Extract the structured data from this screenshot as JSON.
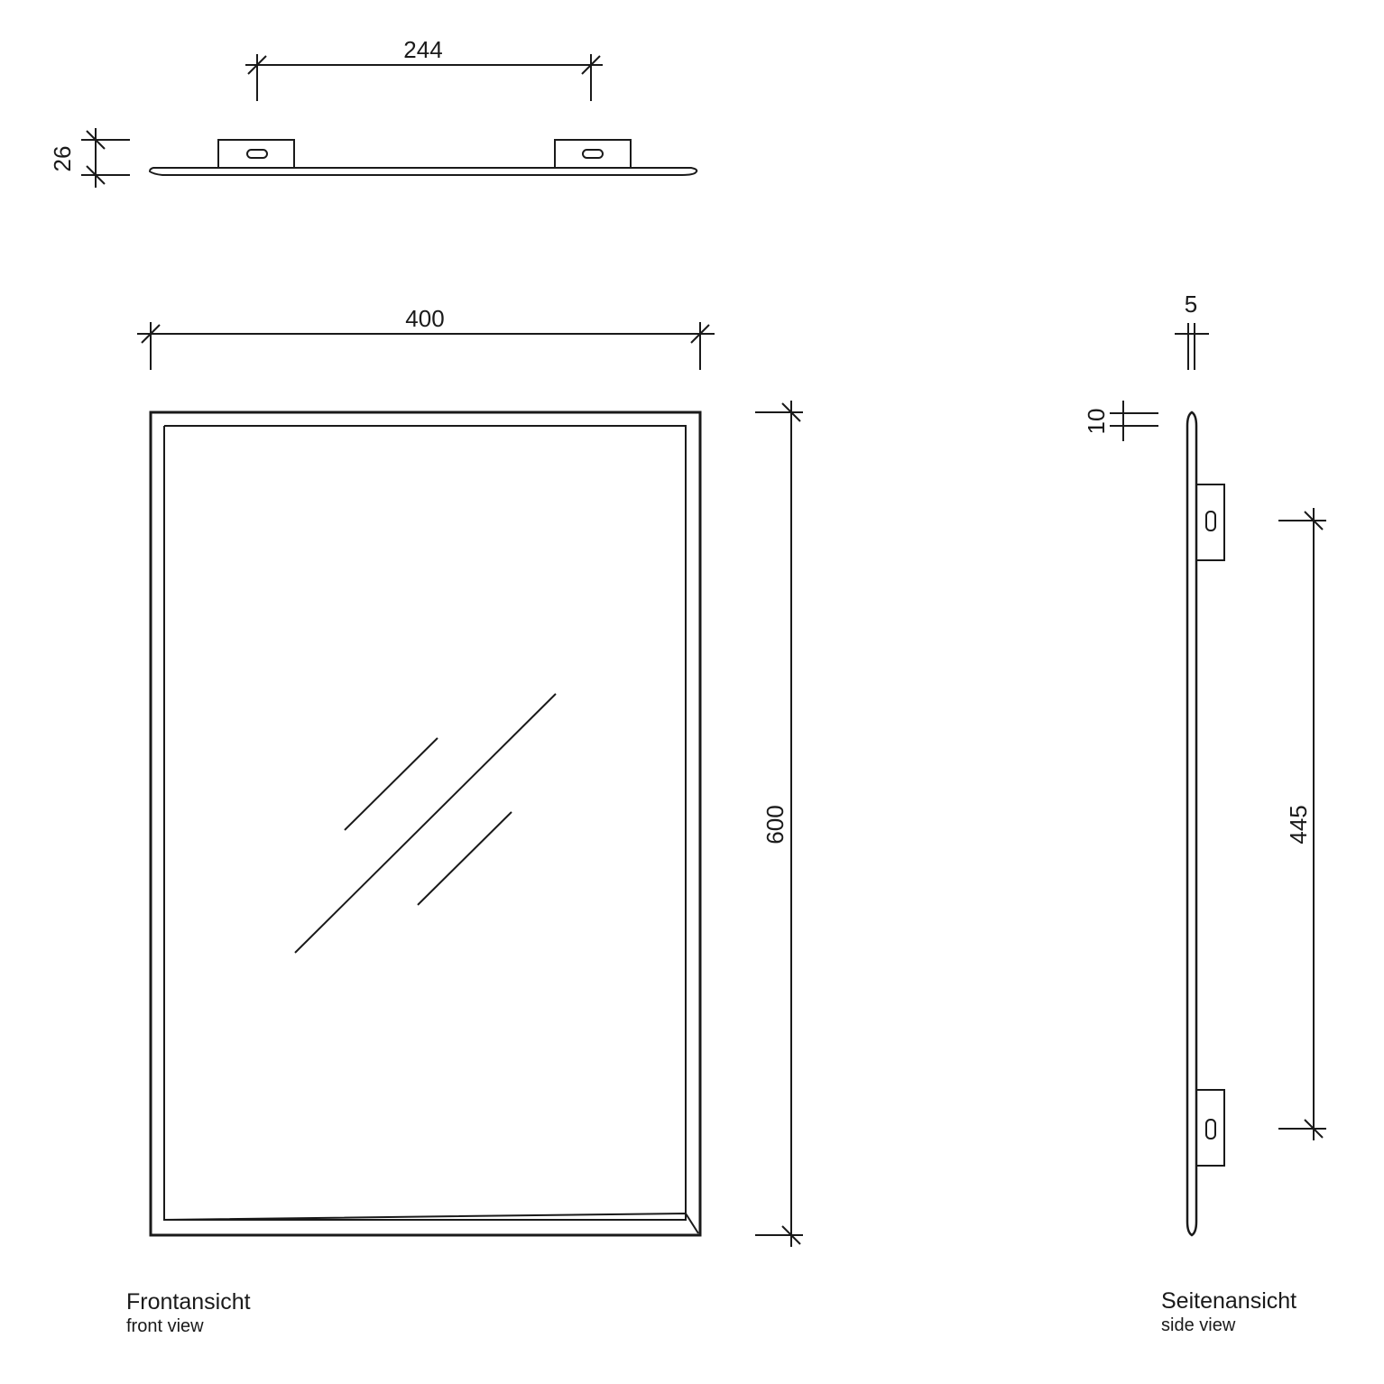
{
  "dimensions": {
    "hook_spacing": "244",
    "top_depth": "26",
    "width": "400",
    "height": "600",
    "side_thickness": "5",
    "side_edge": "10",
    "side_hook_spacing": "445"
  },
  "views": {
    "front": {
      "title": "Frontansicht",
      "subtitle": "front view"
    },
    "side": {
      "title": "Seitenansicht",
      "subtitle": "side view"
    }
  }
}
